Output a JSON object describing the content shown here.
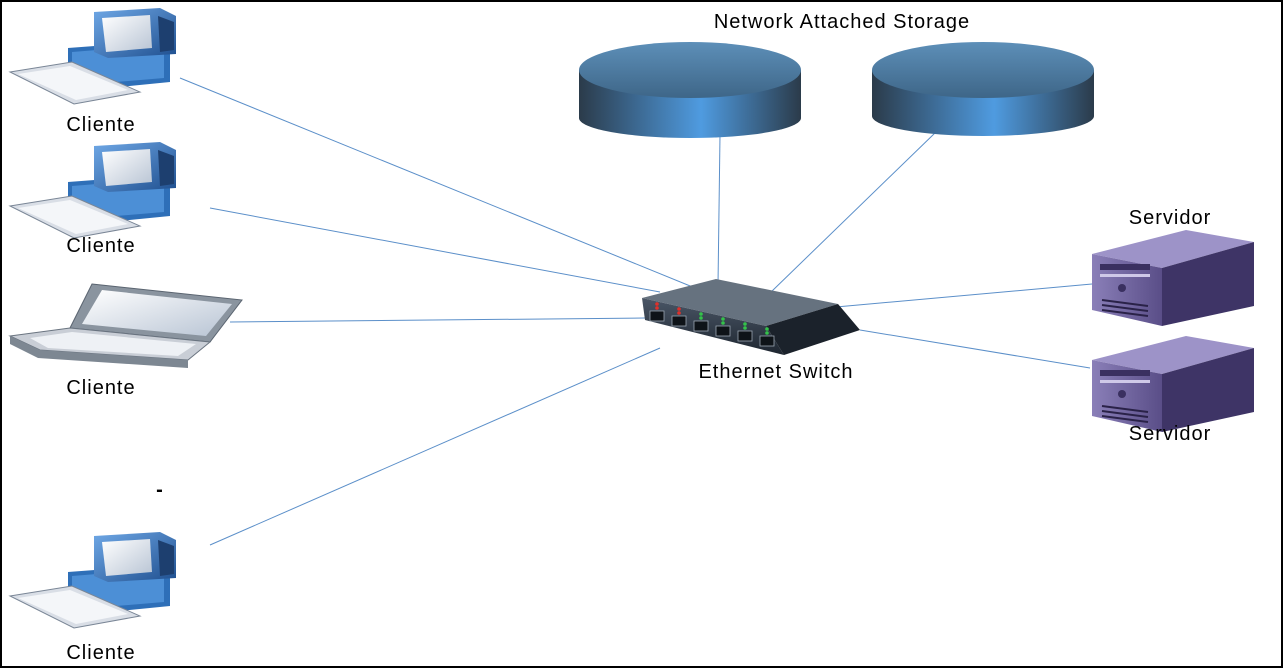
{
  "title": "Network Attached Storage",
  "switch_label": "Ethernet Switch",
  "clients": [
    {
      "label": "Cliente",
      "kind": "desktop"
    },
    {
      "label": "Cliente",
      "kind": "desktop"
    },
    {
      "label": "Cliente",
      "kind": "laptop"
    },
    {
      "label": "Cliente",
      "kind": "desktop"
    }
  ],
  "separator_mark": "-",
  "servers": [
    {
      "label": "Servidor"
    },
    {
      "label": "Servidor"
    }
  ],
  "storage_count": 2,
  "switch_port_leds": [
    "red",
    "red",
    "green",
    "green",
    "green",
    "green"
  ],
  "colors": {
    "link": "#5b8fc9",
    "border": "#000000",
    "storage_light": "#4f9be0",
    "storage_dark": "#2b3b4a",
    "server": "#4a4070",
    "computer": "#2e6fb8",
    "switch": "#2f3945"
  }
}
